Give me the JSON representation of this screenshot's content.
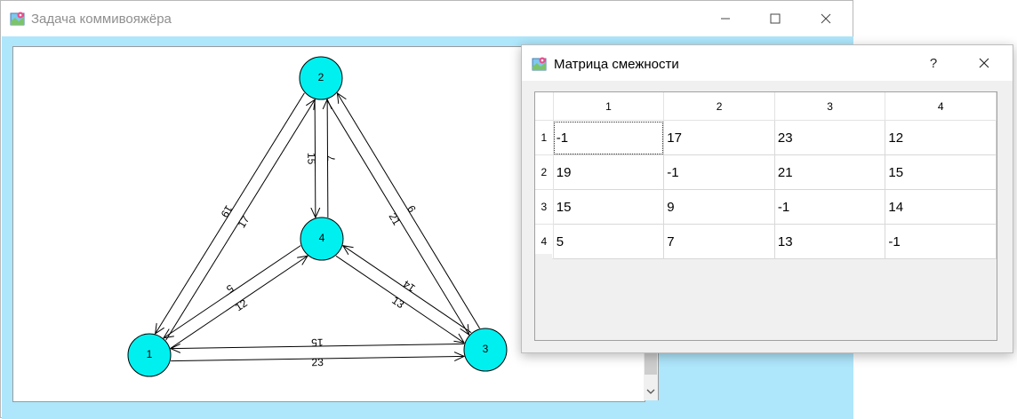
{
  "main_window": {
    "title": "Задача коммивояжёра",
    "minimize_glyph": "–",
    "maximize_glyph": "☐",
    "close_glyph": "✕"
  },
  "dialog": {
    "title": "Матрица смежности",
    "help_label": "?",
    "close_glyph": "✕",
    "column_headers": [
      "1",
      "2",
      "3",
      "4"
    ],
    "row_headers": [
      "1",
      "2",
      "3",
      "4"
    ],
    "rows": [
      [
        "-1",
        "17",
        "23",
        "12"
      ],
      [
        "19",
        "-1",
        "21",
        "15"
      ],
      [
        "15",
        "9",
        "-1",
        "14"
      ],
      [
        "5",
        "7",
        "13",
        "-1"
      ]
    ]
  },
  "graph": {
    "node_color": "#00f0f0",
    "nodes": [
      {
        "id": "1",
        "label": "1"
      },
      {
        "id": "2",
        "label": "2"
      },
      {
        "id": "3",
        "label": "3"
      },
      {
        "id": "4",
        "label": "4"
      }
    ],
    "edges": [
      {
        "from": "1",
        "to": "2",
        "label": "17"
      },
      {
        "from": "2",
        "to": "1",
        "label": "19"
      },
      {
        "from": "1",
        "to": "3",
        "label": "23"
      },
      {
        "from": "3",
        "to": "1",
        "label": "15"
      },
      {
        "from": "1",
        "to": "4",
        "label": "12"
      },
      {
        "from": "4",
        "to": "1",
        "label": "5"
      },
      {
        "from": "2",
        "to": "3",
        "label": "21"
      },
      {
        "from": "3",
        "to": "2",
        "label": "9"
      },
      {
        "from": "2",
        "to": "4",
        "label": "15"
      },
      {
        "from": "4",
        "to": "2",
        "label": "7"
      },
      {
        "from": "3",
        "to": "4",
        "label": "14"
      },
      {
        "from": "4",
        "to": "3",
        "label": "13"
      }
    ]
  },
  "scrollbar": {
    "down_arrow_glyph": "⌄"
  }
}
